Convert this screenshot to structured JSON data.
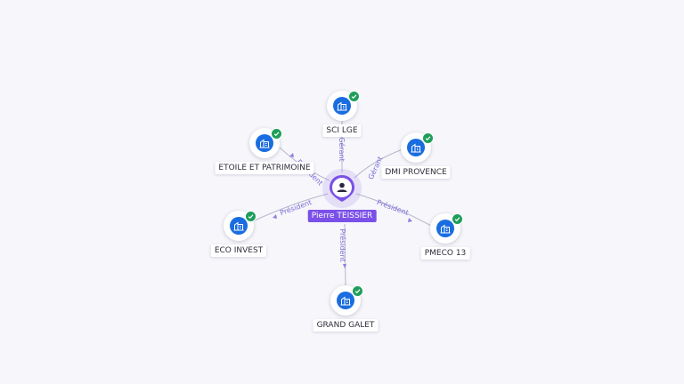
{
  "person": {
    "name": "Pierre TEISSIER",
    "icon": "person-icon"
  },
  "companies": [
    {
      "id": "sci-lge",
      "name": "SCI LGE",
      "relation": "Gérant",
      "verified": true,
      "icon": "building-icon"
    },
    {
      "id": "dmi-provence",
      "name": "DMI PROVENCE",
      "relation": "Gérant",
      "verified": true,
      "icon": "building-icon"
    },
    {
      "id": "pmeco-13",
      "name": "PMECO 13",
      "relation": "Président",
      "verified": true,
      "icon": "building-icon"
    },
    {
      "id": "grand-galet",
      "name": "GRAND GALET",
      "relation": "Président",
      "verified": true,
      "icon": "building-icon"
    },
    {
      "id": "eco-invest",
      "name": "ECO INVEST",
      "relation": "Président",
      "verified": true,
      "icon": "building-icon"
    },
    {
      "id": "etoile-patrimoine",
      "name": "ETOILE ET PATRIMOINE",
      "relation": "Président",
      "verified": true,
      "icon": "building-icon"
    }
  ],
  "colors": {
    "background": "#f6f6fb",
    "person_accent": "#7b50e8",
    "company_icon": "#1a6de0",
    "verified_badge": "#1e9e5a",
    "edge_label": "#7c6fd6"
  }
}
